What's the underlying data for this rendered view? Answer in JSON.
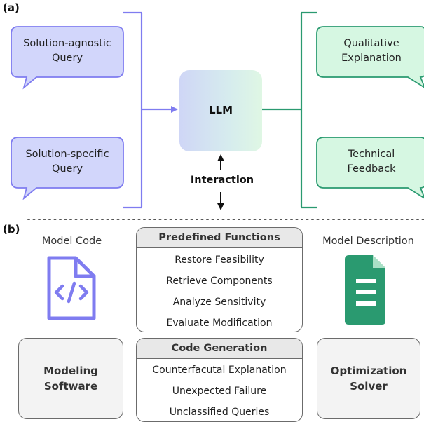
{
  "panel_a_label": "(a)",
  "panel_b_label": "(b)",
  "queries": [
    {
      "text_line1": "Solution-agnostic",
      "text_line2": "Query"
    },
    {
      "text_line1": "Solution-specific",
      "text_line2": "Query"
    }
  ],
  "llm_label": "LLM",
  "interaction_label": "Interaction",
  "outputs": [
    {
      "text_line1": "Qualitative",
      "text_line2": "Explanation"
    },
    {
      "text_line1": "Technical",
      "text_line2": "Feedback"
    }
  ],
  "model_code": {
    "caption": "Model Code",
    "icon": "code-file-icon"
  },
  "model_description": {
    "caption": "Model Description",
    "icon": "document-icon"
  },
  "modeling_software": {
    "line1": "Modeling",
    "line2": "Software"
  },
  "optimization_solver": {
    "line1": "Optimization",
    "line2": "Solver"
  },
  "predefined_functions": {
    "title": "Predefined Functions",
    "items": [
      "Restore Feasibility",
      "Retrieve Components",
      "Analyze Sensitivity",
      "Evaluate Modification"
    ]
  },
  "code_generation": {
    "title": "Code Generation",
    "items": [
      "Counterfacutal Explanation",
      "Unexpected Failure",
      "Unclassified Queries"
    ]
  },
  "colors": {
    "query_fill": "#d2d6fb",
    "query_stroke": "#7f7cf0",
    "output_fill": "#d6f7e2",
    "output_stroke": "#2a9a70",
    "llm_gradient_left": "#cfd6f6",
    "llm_gradient_right": "#dff7e4"
  }
}
